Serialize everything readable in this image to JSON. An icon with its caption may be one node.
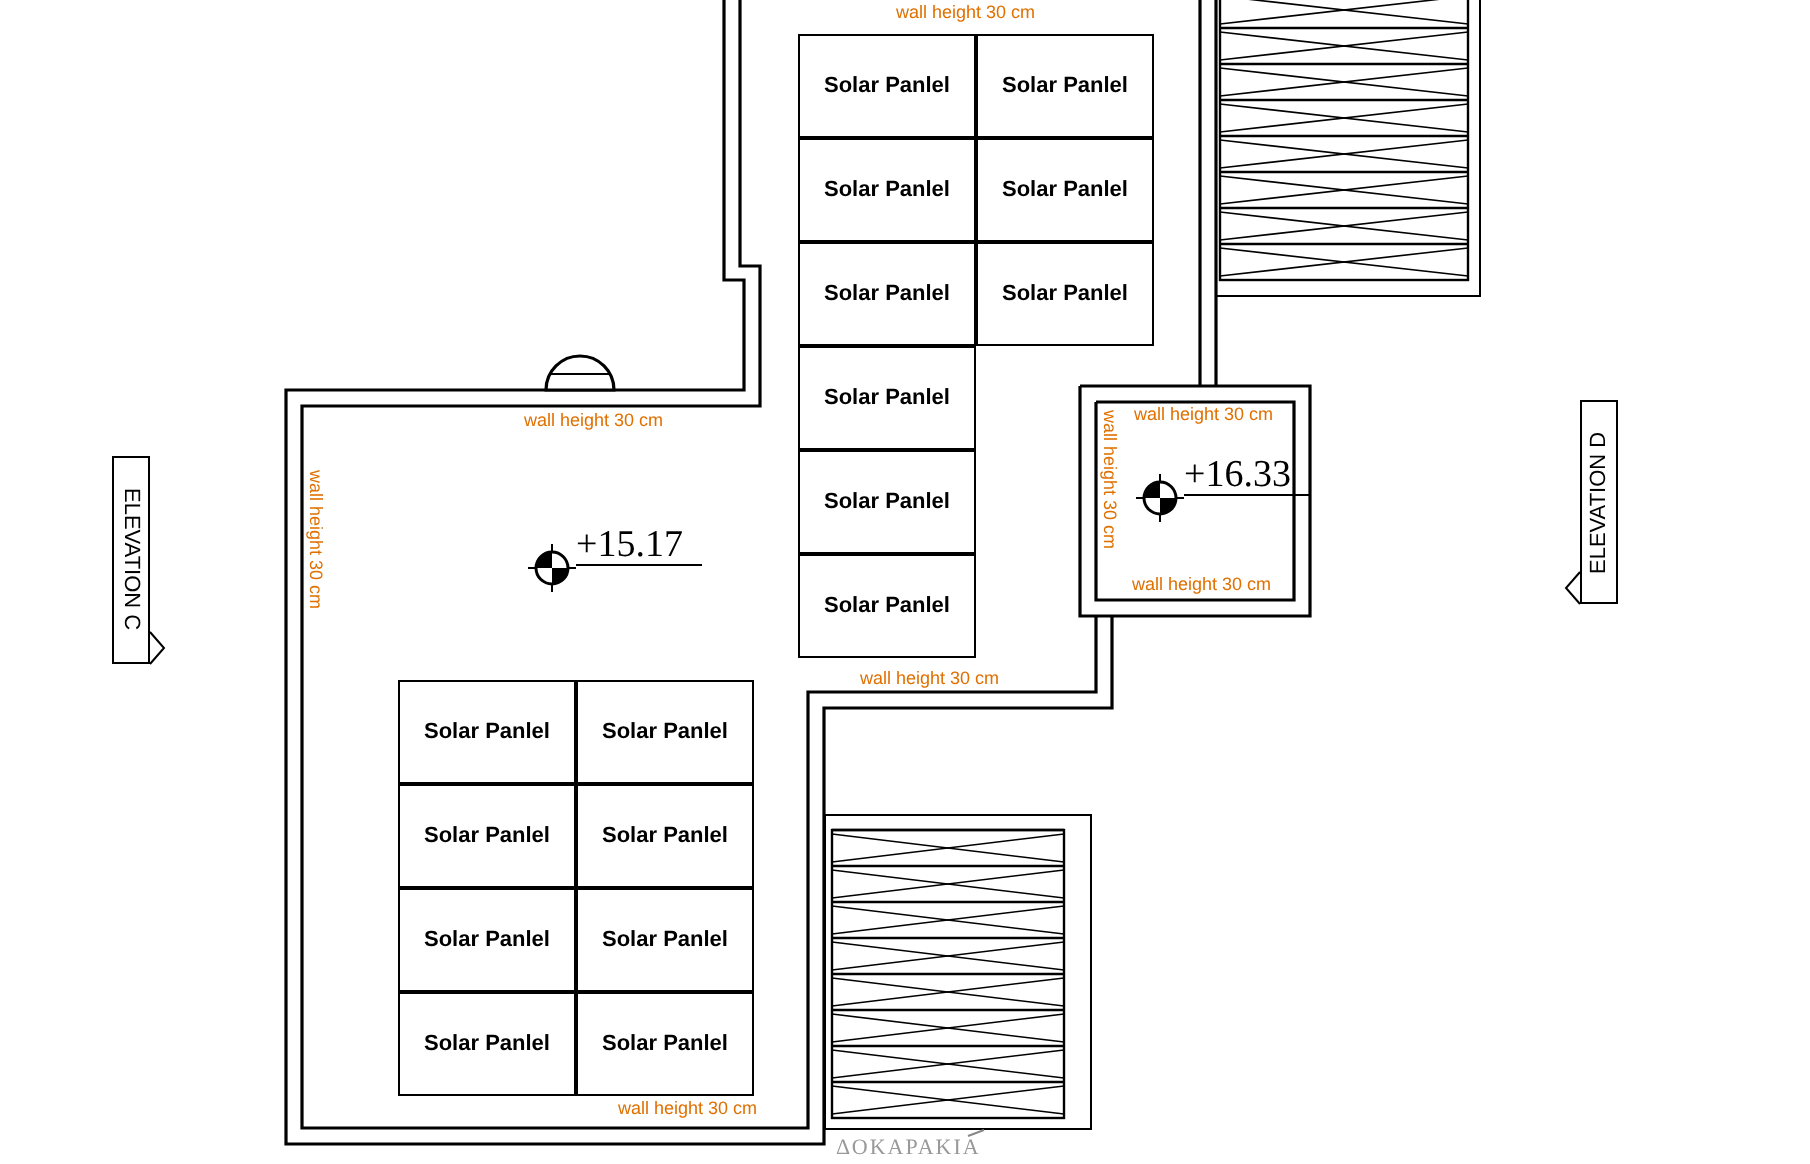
{
  "diagram": {
    "nodes": [
      {
        "text": [
          "Solar Panlel"
        ]
      },
      {
        "text": [
          "Solar Panlel"
        ]
      },
      {
        "text": [
          "Solar Panlel"
        ]
      },
      {
        "text": [
          "Solar Panlel"
        ]
      },
      {
        "text": [
          "Solar Panlel"
        ]
      },
      {
        "text": [
          "Solar Panlel"
        ]
      },
      {
        "text": [
          "Solar Panlel"
        ]
      },
      {
        "text": [
          "Solar Panlel"
        ]
      },
      {
        "text": [
          "Solar Panlel"
        ]
      },
      {
        "text": [
          "ELEVATION C"
        ]
      },
      {
        "text": [
          "ELEVATION D"
        ]
      },
      {
        "text": [
          "Solar Panlel"
        ]
      },
      {
        "text": [
          "Solar Panlel"
        ]
      },
      {
        "text": [
          "Solar Panlel"
        ]
      },
      {
        "text": [
          "Solar Panlel"
        ]
      },
      {
        "text": [
          "Solar Panlel"
        ]
      },
      {
        "text": [
          "Solar Panlel"
        ]
      },
      {
        "text": [
          "Solar Panlel"
        ]
      },
      {
        "text": [
          "Solar Panlel"
        ]
      },
      {
        "text": [],
        "shape": "box"
      },
      {
        "text": [
          "ΔΟΚΑΡΑΚΙΑ"
        ]
      }
    ],
    "edges": [
      {
        "from": 20,
        "to": 19,
        "arrow": "none"
      }
    ],
    "labels": [
      "wall height 30 cm",
      "wall height 30 cm",
      "wall height 30 cm",
      "wall height 30 cm",
      "wall height 30 cm",
      "+16.33",
      "+15.17",
      "wall height 30 cm",
      "wall height 30 cm",
      "wall height 30 cm"
    ]
  }
}
